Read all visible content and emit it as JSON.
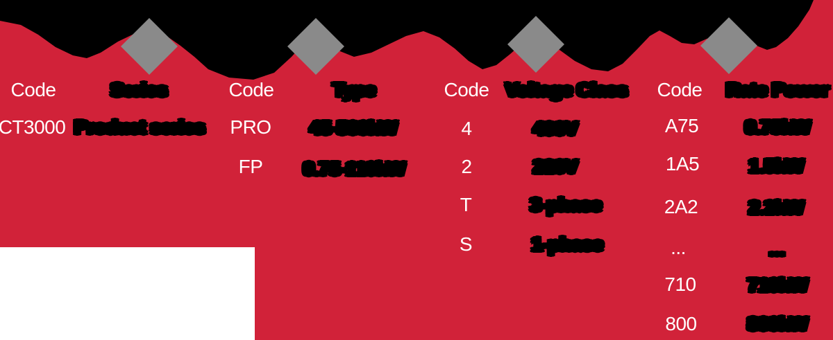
{
  "colors": {
    "card_red": "#D12239",
    "diamond_gray": "#8A8A8A",
    "banner_black": "#000000",
    "code_text_white": "#FFFFFF"
  },
  "banner": {
    "description": "model-code-text-cropped"
  },
  "columns": [
    {
      "code_header": "Code",
      "value_header": "Series",
      "rows": [
        {
          "code": "CT3000",
          "value": "Product series"
        }
      ]
    },
    {
      "code_header": "Code",
      "value_header": "Type",
      "rows": [
        {
          "code": "PRO",
          "value": "45-500kW"
        },
        {
          "code": "FP",
          "value": "0.75-110kW"
        }
      ]
    },
    {
      "code_header": "Code",
      "value_header": "Voltage Class",
      "rows": [
        {
          "code": "4",
          "value": "400V"
        },
        {
          "code": "2",
          "value": "220V"
        },
        {
          "code": "T",
          "value": "3-phase"
        },
        {
          "code": "S",
          "value": "1-phase"
        }
      ]
    },
    {
      "code_header": "Code",
      "value_header": "Rate Power",
      "rows": [
        {
          "code": "A75",
          "value": "0.75kW"
        },
        {
          "code": "1A5",
          "value": "1.5kW"
        },
        {
          "code": "2A2",
          "value": "2.2kW"
        },
        {
          "code": "...",
          "value": "..."
        },
        {
          "code": "710",
          "value": "710kW"
        },
        {
          "code": "800",
          "value": "800kW"
        }
      ]
    }
  ]
}
